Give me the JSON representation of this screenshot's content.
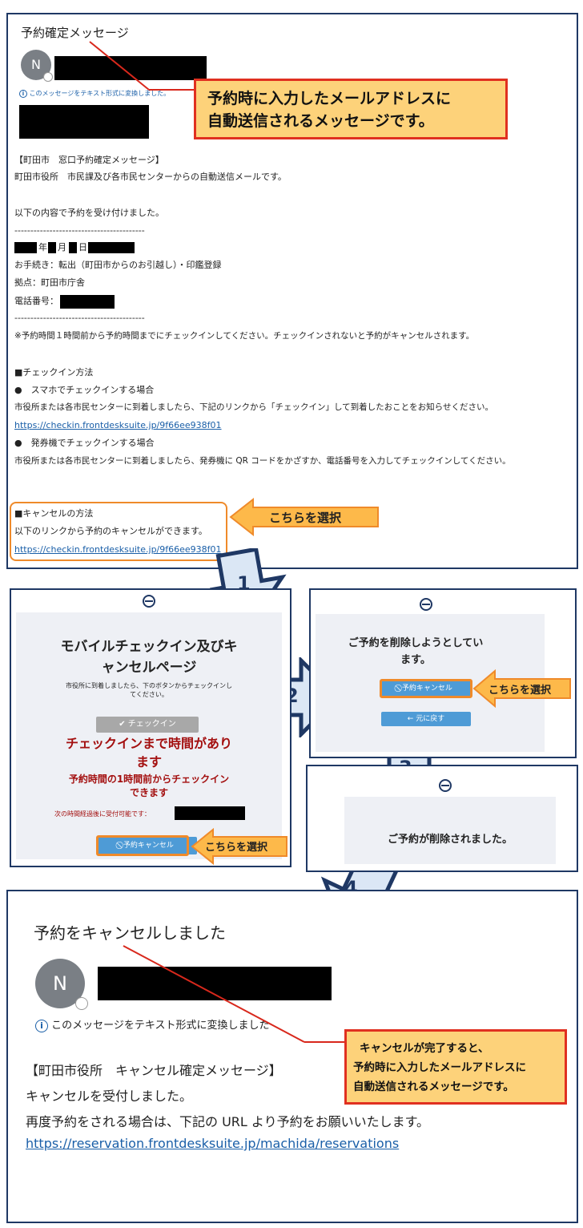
{
  "email1": {
    "subject": "予約確定メッセージ",
    "avatar_letter": "N",
    "info_note": "このメッセージをテキスト形式に変換しました。",
    "body": {
      "line1": "【町田市　窓口予約確定メッセージ】",
      "line2": "町田市役所　市民課及び各市民センターからの自動送信メールです。",
      "line3": "以下の内容で予約を受け付けました。",
      "divider": "-----------------------------------------",
      "date_year": "年",
      "date_month": "月",
      "date_day": "日",
      "procedure": "お手続き：転出（町田市からのお引越し）・印鑑登録",
      "location": "拠点：町田市庁舎",
      "phone": "電話番号：",
      "notice": "※予約時間１時間前から予約時間までにチェックインしてください。チェックインされないと予約がキャンセルされます。",
      "checkin_heading": "■チェックイン方法",
      "smartphone_heading": "●　スマホでチェックインする場合",
      "smartphone_text": "市役所または各市民センターに到着しましたら、下記のリンクから「チェックイン」して到着したおことをお知らせください。",
      "checkin_link": "https://checkin.frontdesksuite.jp/9f66ee938f01",
      "kiosk_heading": "●　発券機でチェックインする場合",
      "kiosk_text": "市役所または各市民センターに到着しましたら、発券機に QR コードをかざすか、電話番号を入力してチェックインしてください。",
      "cancel_heading": "■キャンセルの方法",
      "cancel_text": "以下のリンクから予約のキャンセルができます。",
      "cancel_link": "https://checkin.frontdesksuite.jp/9f66ee938f01"
    },
    "callout_line1": "予約時に入力したメールアドレスに",
    "callout_line2": "自動送信されるメッセージです。",
    "select_label": "こちらを選択"
  },
  "steps": [
    "1",
    "2",
    "3",
    "4"
  ],
  "panel_mobile": {
    "title_line1": "モバイルチェックイン及びキ",
    "title_line2": "ャンセルページ",
    "instruction_line1": "市役所に到着しましたら、下のボタンからチェックインし",
    "instruction_line2": "てください。",
    "checkin_button": "✔ チェックイン",
    "warning_line1": "チェックインまで時間があり",
    "warning_line2": "ます",
    "sub_line1": "予約時間の1時間前からチェックイン",
    "sub_line2": "できます",
    "accept_after": "次の時間経過後に受付可能です：",
    "cancel_button": "⃠ 予約キャンセル",
    "select_label": "こちらを選択"
  },
  "panel_delete": {
    "title_line1": "ご予約を削除しようとしてい",
    "title_line2": "ます。",
    "cancel_button": "⃠ 予約キャンセル",
    "back_button": "← 元に戻す",
    "select_label": "こちらを選択"
  },
  "panel_deleted": {
    "message": "ご予約が削除されました。"
  },
  "email2": {
    "subject": "予約をキャンセルしました",
    "avatar_letter": "N",
    "info_note": "このメッセージをテキスト形式に変換しました",
    "line1": "【町田市役所　キャンセル確定メッセージ】",
    "line2": "キャンセルを受付しました。",
    "line3": "再度予約をされる場合は、下記の URL より予約をお願いいたします。",
    "link": "https://reservation.frontdesksuite.jp/machida/reservations",
    "callout_line1": "キャンセルが完了すると、",
    "callout_line2": "予約時に入力したメールアドレスに",
    "callout_line3": "自動送信されるメッセージです。"
  },
  "colors": {
    "frame": "#1f3864",
    "callout_fill": "#fdd27a",
    "callout_border": "#e03020",
    "highlight_orange": "#ef8a2a",
    "warning_red": "#a30f0f",
    "button_blue": "#4e9bd6",
    "arrow_fill": "#dbe7f5"
  }
}
